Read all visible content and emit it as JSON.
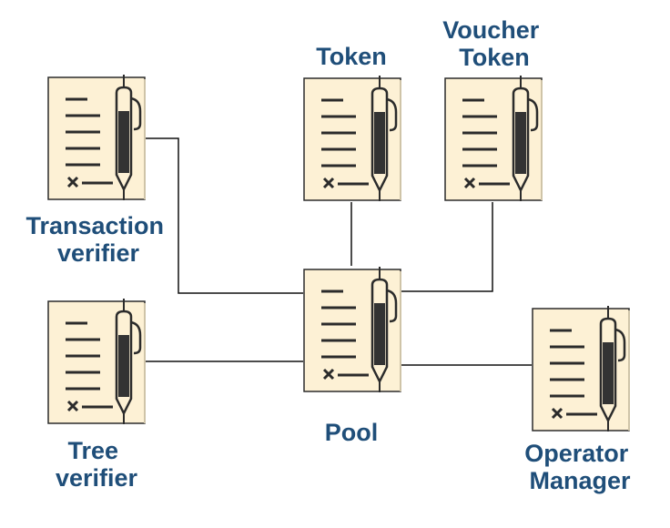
{
  "diagram": {
    "nodes": [
      {
        "id": "transaction-verifier",
        "label_lines": [
          "Transaction",
          "verifier"
        ],
        "icon": "contract-pen-icon"
      },
      {
        "id": "token",
        "label_lines": [
          "Token"
        ],
        "icon": "contract-pen-icon"
      },
      {
        "id": "voucher-token",
        "label_lines": [
          "Voucher",
          "Token"
        ],
        "icon": "contract-pen-icon"
      },
      {
        "id": "pool",
        "label_lines": [
          "Pool"
        ],
        "icon": "contract-pen-icon"
      },
      {
        "id": "tree-verifier",
        "label_lines": [
          "Tree",
          "verifier"
        ],
        "icon": "contract-pen-icon"
      },
      {
        "id": "operator-manager",
        "label_lines": [
          "Operator",
          "Manager"
        ],
        "icon": "contract-pen-icon"
      }
    ],
    "edges": [
      {
        "from": "transaction-verifier",
        "to": "pool"
      },
      {
        "from": "token",
        "to": "pool"
      },
      {
        "from": "voucher-token",
        "to": "pool"
      },
      {
        "from": "tree-verifier",
        "to": "pool"
      },
      {
        "from": "operator-manager",
        "to": "pool"
      }
    ],
    "colors": {
      "label": "#1f4e79",
      "doc_fill": "#fdf1d5",
      "doc_stroke": "#222222",
      "line": "#111111"
    }
  }
}
